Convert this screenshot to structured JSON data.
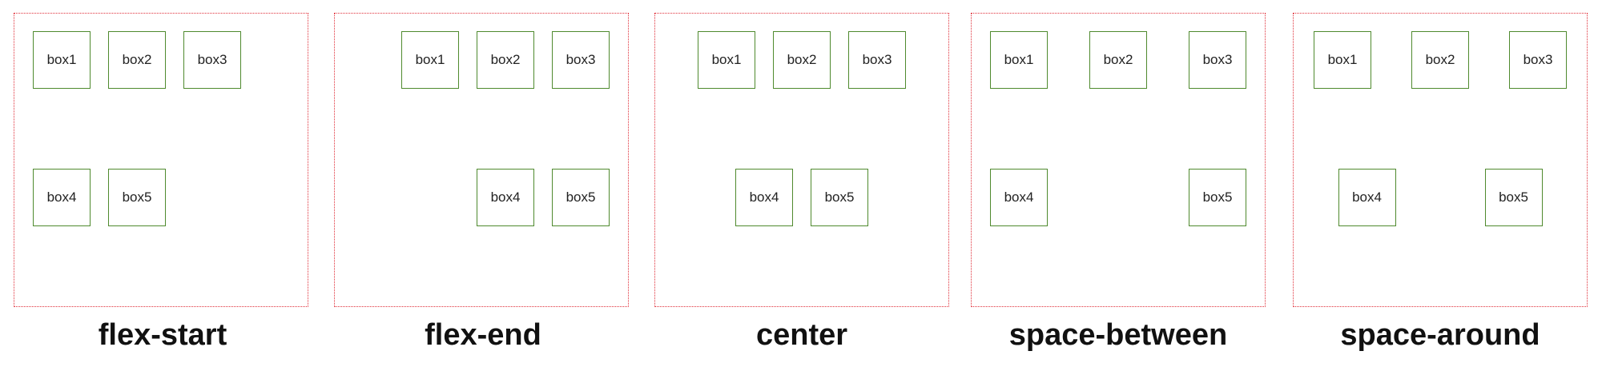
{
  "panels": [
    {
      "label": "flex-start",
      "row1": [
        "box1",
        "box2",
        "box3"
      ],
      "row2": [
        "box4",
        "box5"
      ]
    },
    {
      "label": "flex-end",
      "row1": [
        "box1",
        "box2",
        "box3"
      ],
      "row2": [
        "box4",
        "box5"
      ]
    },
    {
      "label": "center",
      "row1": [
        "box1",
        "box2",
        "box3"
      ],
      "row2": [
        "box4",
        "box5"
      ]
    },
    {
      "label": "space-between",
      "row1": [
        "box1",
        "box2",
        "box3"
      ],
      "row2": [
        "box4",
        "box5"
      ]
    },
    {
      "label": "space-around",
      "row1": [
        "box1",
        "box2",
        "box3"
      ],
      "row2": [
        "box4",
        "box5"
      ]
    }
  ],
  "colors": {
    "panel_border": "#e0303a",
    "box_border": "#4f8a2e"
  }
}
